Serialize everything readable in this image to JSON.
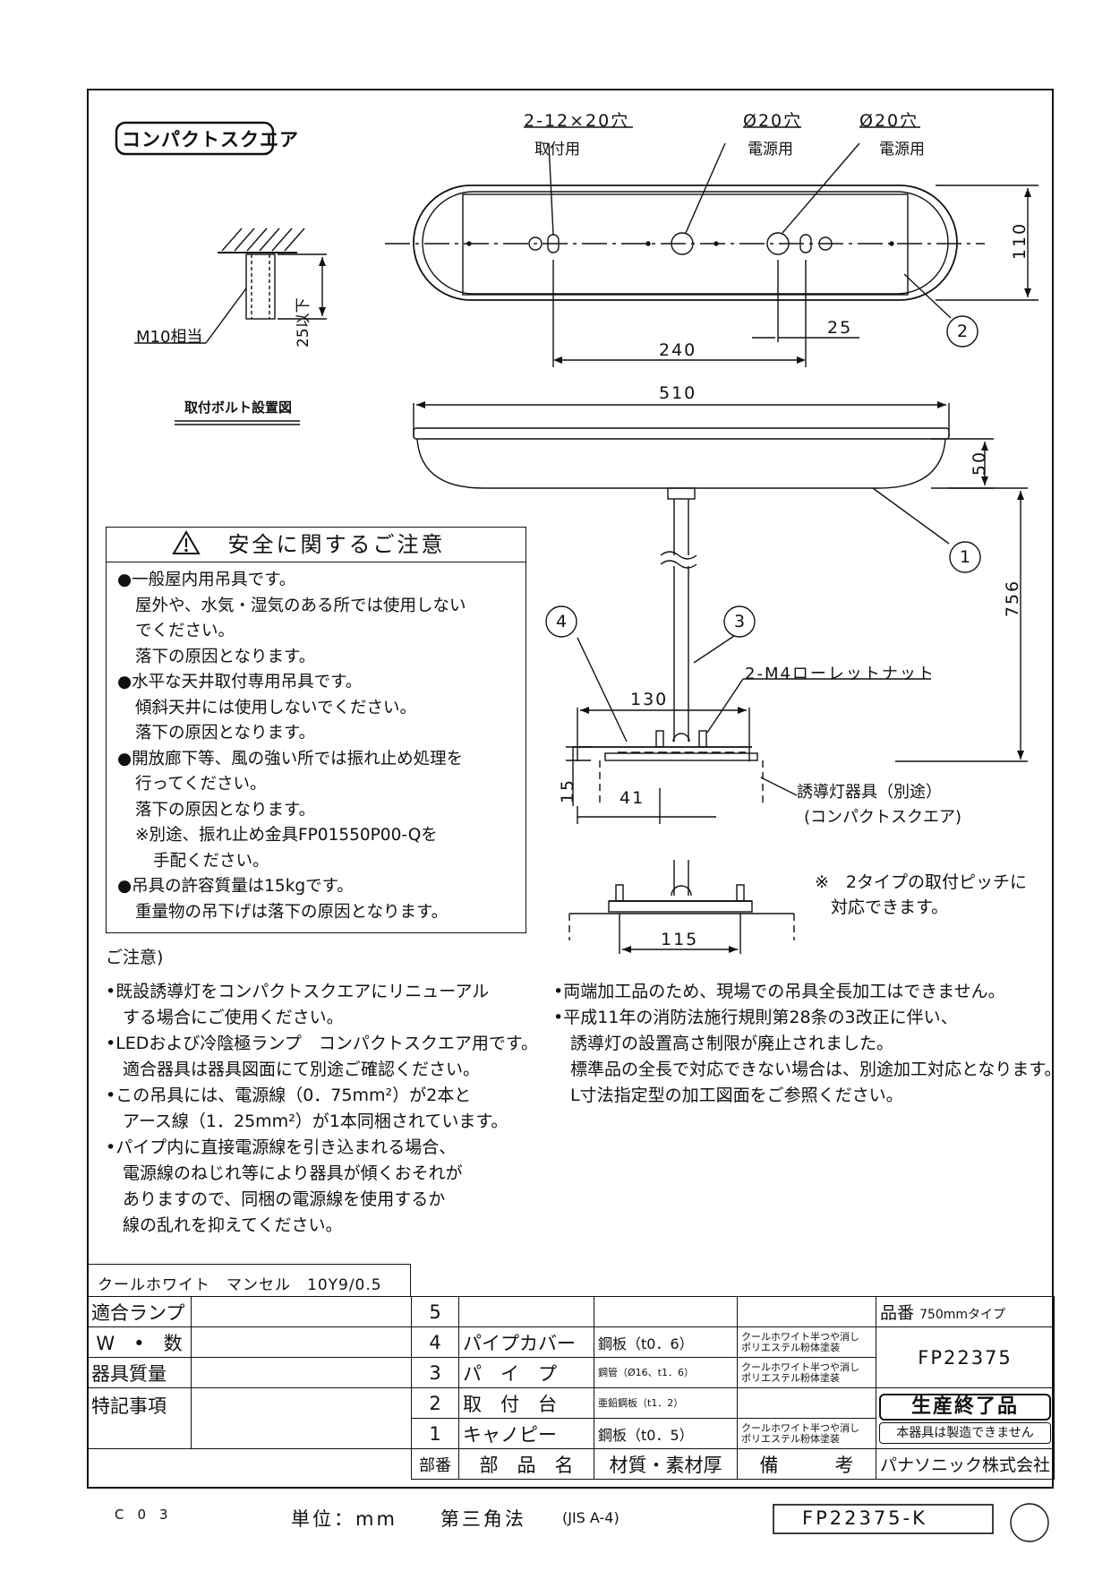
{
  "title_badge": "コンパクトスクエア",
  "callouts": {
    "mount_holes": "2-12×20穴",
    "mount_holes_sub": "取付用",
    "power_hole_1": "Ø20穴",
    "power_hole_1_sub": "電源用",
    "power_hole_2": "Ø20穴",
    "power_hole_2_sub": "電源用",
    "bolt": "M10相当",
    "bolt_len": "25以下",
    "bolt_caption": "取付ボルト設置図",
    "knurl_nut": "2-M4ローレットナット",
    "guide_light": "誘導灯器具（別途）",
    "guide_light_sub": "(コンパクトスクエア)",
    "pitch_note_1": "※　2タイプの取付ピッチに",
    "pitch_note_2": "対応できます。"
  },
  "dimensions": {
    "d110": "110",
    "d25": "25",
    "d240": "240",
    "d510": "510",
    "d50": "50",
    "d756": "756",
    "d130": "130",
    "d15": "15",
    "d41": "41",
    "d115": "115"
  },
  "part_markers": [
    "1",
    "2",
    "3",
    "4"
  ],
  "safety": {
    "header": "安全に関するご注意",
    "warning_icon": "warning-triangle-icon",
    "lines": [
      {
        "t": "一般屋内用吊具です。",
        "type": "bul"
      },
      {
        "t": "屋外や、水気・湿気のある所では使用しない",
        "type": "ind"
      },
      {
        "t": "でください。",
        "type": "ind"
      },
      {
        "t": "落下の原因となります。",
        "type": "ind"
      },
      {
        "t": "水平な天井取付専用吊具です。",
        "type": "bul"
      },
      {
        "t": "傾斜天井には使用しないでください。",
        "type": "ind"
      },
      {
        "t": "落下の原因となります。",
        "type": "ind"
      },
      {
        "t": "開放廊下等、風の強い所では振れ止め処理を",
        "type": "bul"
      },
      {
        "t": "行ってください。",
        "type": "ind"
      },
      {
        "t": "落下の原因となります。",
        "type": "ind"
      },
      {
        "t": "※別途、振れ止め金具FP01550P00-Qを",
        "type": "ind"
      },
      {
        "t": "手配ください。",
        "type": "ind2"
      },
      {
        "t": "吊具の許容質量は15kgです。",
        "type": "bul"
      },
      {
        "t": "重量物の吊下げは落下の原因となります。",
        "type": "ind"
      }
    ]
  },
  "notes_heading": "ご注意)",
  "notes_left": [
    "•既設誘導灯をコンパクトスクエアにリニューアル",
    "　する場合にご使用ください。",
    "•LEDおよび冷陰極ランプ　コンパクトスクエア用です。",
    "　適合器具は器具図面にて別途ご確認ください。",
    "•この吊具には、電源線（0．75mm²）が2本と",
    "　アース線（1．25mm²）が1本同梱されています。",
    "•パイプ内に直接電源線を引き込まれる場合、",
    "　電源線のねじれ等により器具が傾くおそれが",
    "　ありますので、同梱の電源線を使用するか",
    "　線の乱れを抑えてください。"
  ],
  "notes_right": [
    "•両端加工品のため、現場での吊具全長加工はできません。",
    "•平成11年の消防法施行規則第28条の3改正に伴い、",
    "　誘導灯の設置高さ制限が廃止されました。",
    "　標準品の全長で対応できない場合は、別途加工対応となります。",
    "　L寸法指定型の加工図面をご参照ください。"
  ],
  "color_spec": "クールホワイト　マンセル　10Y9/0.5",
  "table": {
    "left_labels": [
      "適合ランプ",
      "W　•　数",
      "器具質量",
      "特記事項"
    ],
    "parts": [
      {
        "no": "5",
        "name": "",
        "material": "",
        "remark": ""
      },
      {
        "no": "4",
        "name": "パイプカバー",
        "material": "鋼板（t0．6）",
        "remark": "クールホワイト半つや消し ポリエステル粉体塗装"
      },
      {
        "no": "3",
        "name": "パ　イ　プ",
        "material": "鋼管（Ø16、t1．6）",
        "remark": "クールホワイト半つや消し ポリエステル粉体塗装"
      },
      {
        "no": "2",
        "name": "取　付　台",
        "material": "亜鉛鋼板（t1．2）",
        "remark": ""
      },
      {
        "no": "1",
        "name": "キャノピー",
        "material": "鋼板（t0．5）",
        "remark": "クールホワイト半つや消し ポリエステル粉体塗装"
      }
    ],
    "header": {
      "no": "部番",
      "name": "部　品　名",
      "material": "材質・素材厚",
      "remark": "備　　　考"
    },
    "hinban_label": "品番",
    "type_label": "750mmタイプ",
    "model": "FP22375",
    "stamp": "生産終了品",
    "stamp_sub": "本器具は製造できません",
    "maker": "パナソニック株式会社"
  },
  "footer": {
    "code": "C　0　3",
    "unit": "単位：mm　　第三角法",
    "jis": "(JIS A-4)",
    "drawing_no": "FP22375-K"
  }
}
